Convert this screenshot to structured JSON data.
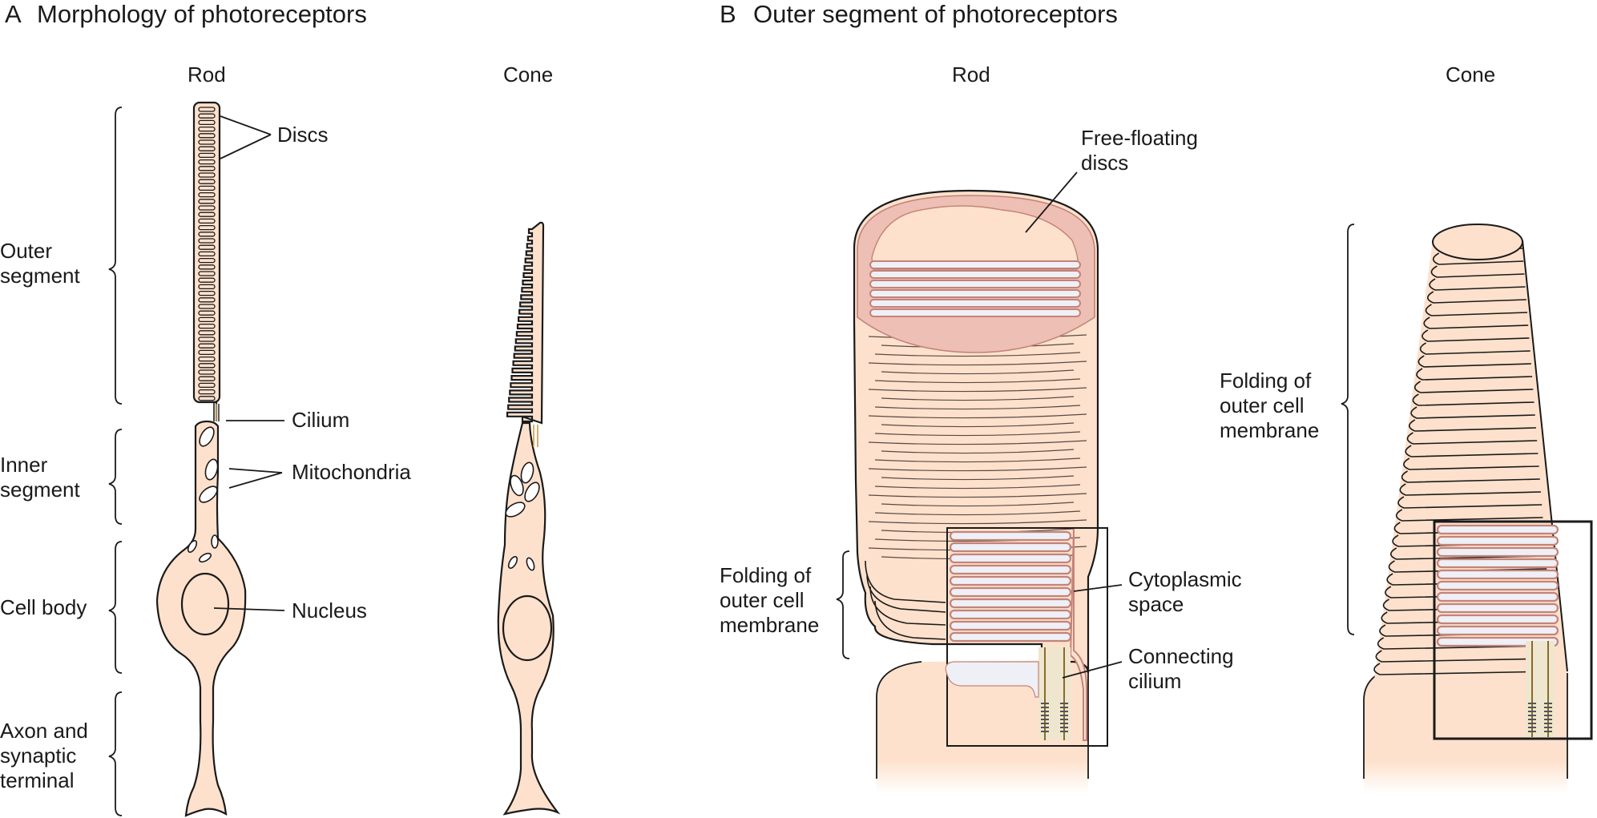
{
  "panel_a": {
    "letter": "A",
    "title": "Morphology of photoreceptors",
    "col_rod": "Rod",
    "col_cone": "Cone",
    "regions": {
      "outer_1": "Outer",
      "outer_2": "segment",
      "inner_1": "Inner",
      "inner_2": "segment",
      "cell_body": "Cell body",
      "axon_1": "Axon and",
      "axon_2": "synaptic",
      "axon_3": "terminal"
    },
    "callouts": {
      "discs": "Discs",
      "cilium": "Cilium",
      "mitochondria": "Mitochondria",
      "nucleus": "Nucleus"
    }
  },
  "panel_b": {
    "letter": "B",
    "title": "Outer segment of photoreceptors",
    "col_rod": "Rod",
    "col_cone": "Cone",
    "callouts": {
      "free_floating_1": "Free-floating",
      "free_floating_2": "discs",
      "folding_rod_1": "Folding of",
      "folding_rod_2": "outer cell",
      "folding_rod_3": "membrane",
      "cyto_1": "Cytoplasmic",
      "cyto_2": "space",
      "connecting_1": "Connecting",
      "connecting_2": "cilium",
      "folding_cone_1": "Folding of",
      "folding_cone_2": "outer cell",
      "folding_cone_3": "membrane"
    }
  },
  "colors": {
    "cytoplasm": "#fde1cc",
    "membrane": "#eebfb4",
    "outline": "#1a1a1a"
  }
}
